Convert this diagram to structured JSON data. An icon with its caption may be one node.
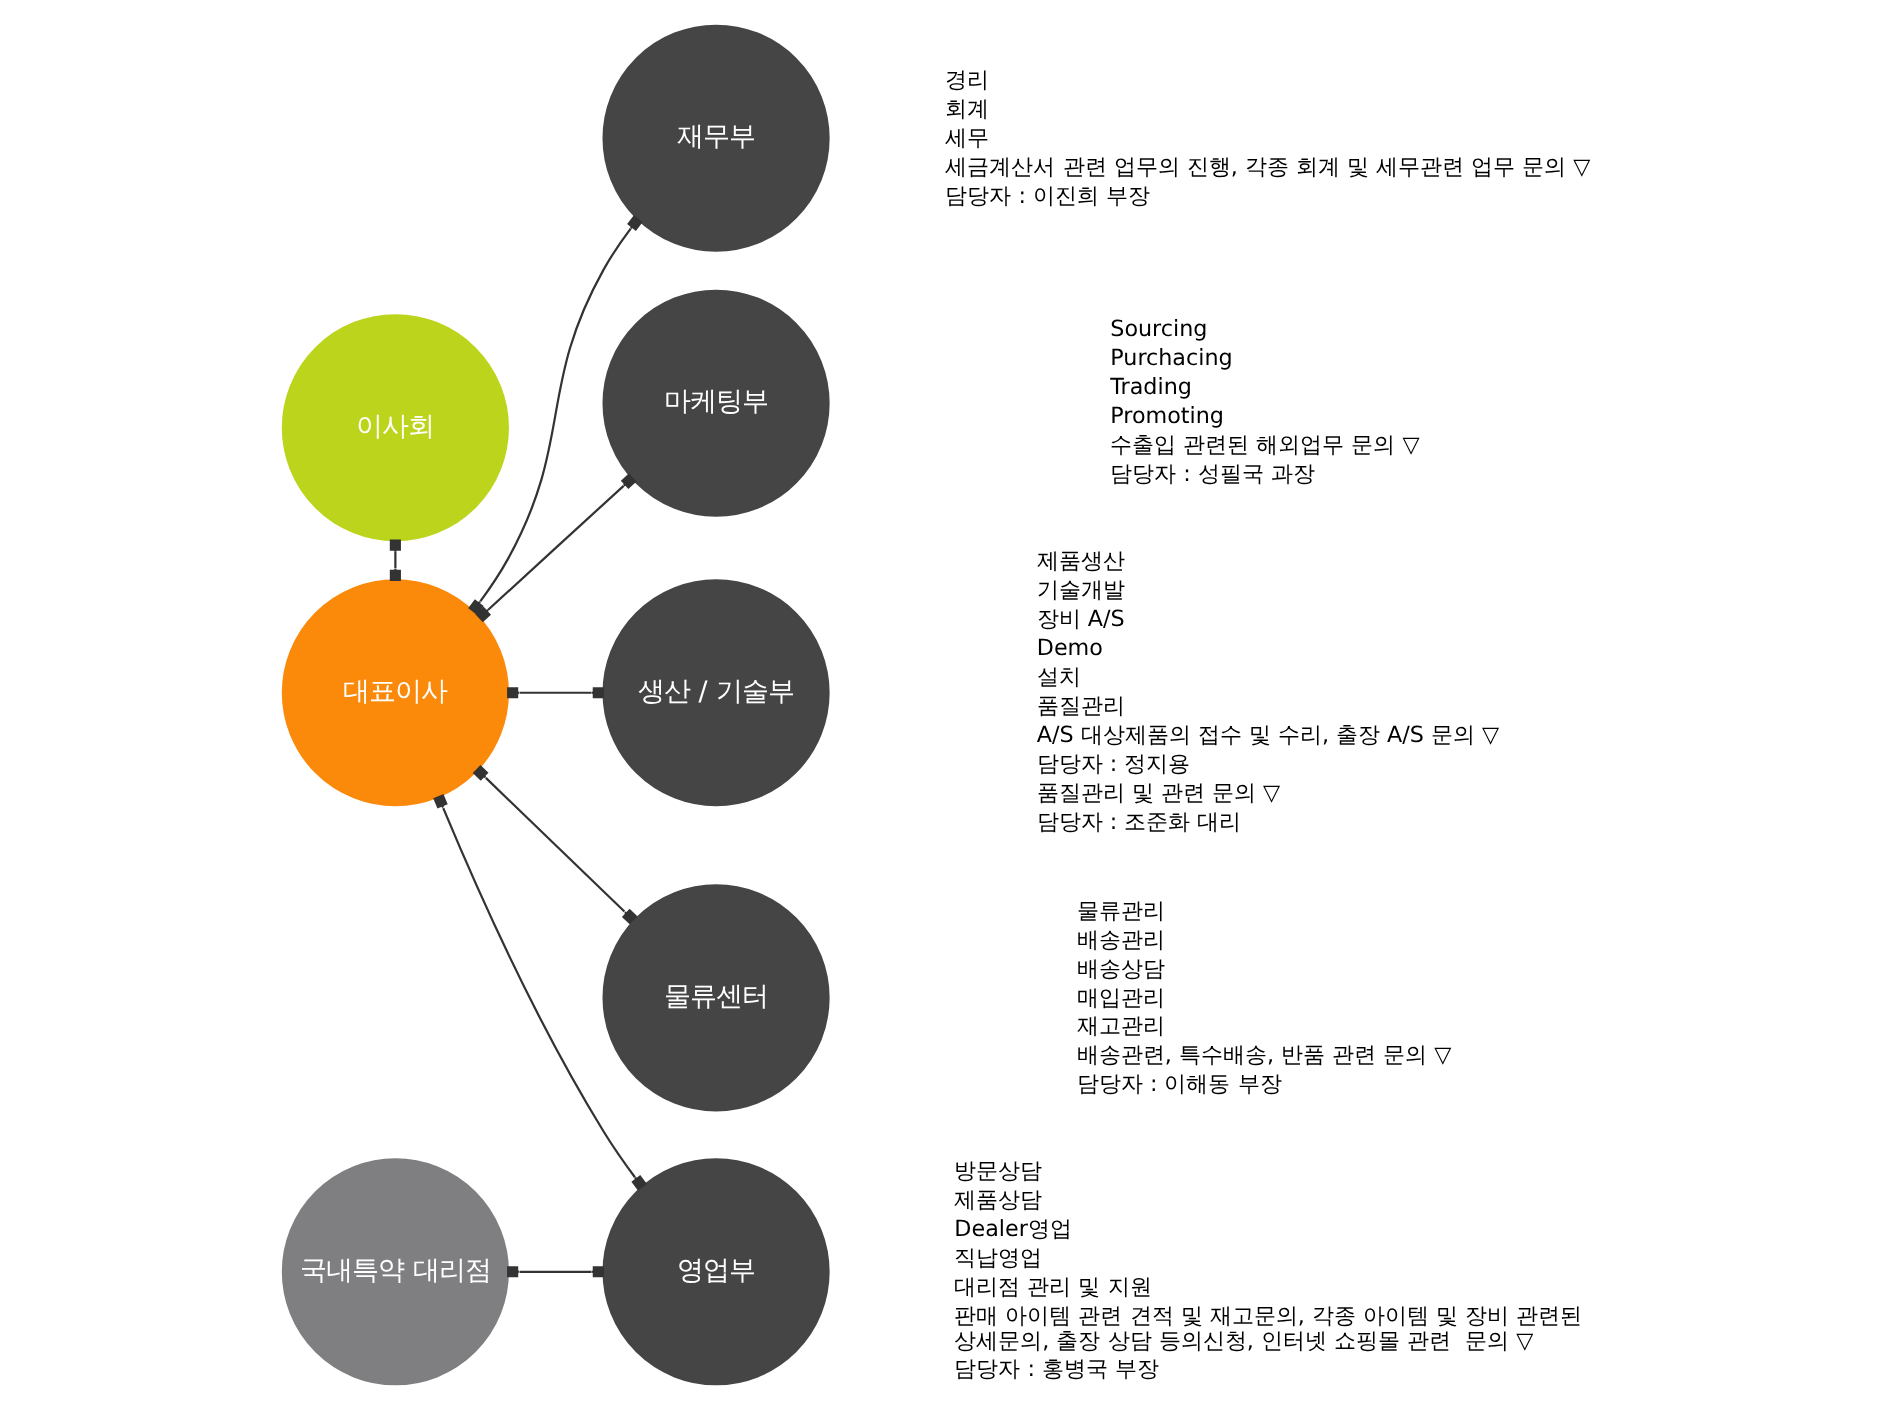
{
  "diagram": {
    "nodes": [
      {
        "text": [
          "이사회"
        ]
      },
      {
        "text": [
          "대표이사"
        ]
      },
      {
        "text": [
          "국내특약 대리점"
        ]
      },
      {
        "text": [
          "재무부"
        ],
        "beside": [
          "경리",
          "회계",
          "세무",
          "세금계산서 관련 업무의 진행, 각종 회계 및 세무관련 업무 문의 ▽",
          "담당자 : 이진희 부장"
        ]
      },
      {
        "text": [
          "마케팅부"
        ],
        "beside": [
          "Sourcing",
          "Purchacing",
          "Trading",
          "Promoting",
          "수출입 관련된 해외업무 문의 ▽",
          "담당자 : 성필국 과장"
        ]
      },
      {
        "text": [
          "생산 / 기술부"
        ],
        "beside": [
          "제품생산",
          "기술개발",
          "장비 A/S",
          "Demo",
          "설치",
          "품질관리",
          "A/S 대상제품의 접수 및 수리, 출장 A/S 문의 ▽",
          "담당자 : 정지용",
          "품질관리 및 관련 문의 ▽",
          "담당자 : 조준화 대리"
        ]
      },
      {
        "text": [
          "물류센터"
        ],
        "beside": [
          "물류관리",
          "배송관리",
          "배송상담",
          "매입관리",
          "재고관리",
          "배송관련, 특수배송, 반품 관련 문의 ▽",
          "담당자 : 이해동 부장"
        ]
      },
      {
        "text": [
          "영업부"
        ],
        "beside": [
          "방문상담",
          "제품상담",
          "Dealer영업",
          "직납영업",
          "대리점 관리 및 지원",
          "판매 아이템 관련 견적 및 재고문의, 각종 아이템 및 장비 관련된 상세문의, 출장 상담 등의신청, 인터넷 쇼핑몰 관련  문의 ▽",
          "담당자 : 홍병국 부장"
        ]
      }
    ],
    "edges": [
      {
        "from": 0,
        "to": 1,
        "arrow": "other"
      },
      {
        "from": 1,
        "to": 3,
        "arrow": "other"
      },
      {
        "from": 1,
        "to": 4,
        "arrow": "other"
      },
      {
        "from": 1,
        "to": 5,
        "arrow": "other"
      },
      {
        "from": 1,
        "to": 6,
        "arrow": "other"
      },
      {
        "from": 1,
        "to": 7,
        "arrow": "other"
      },
      {
        "from": 2,
        "to": 7,
        "arrow": "other"
      }
    ]
  }
}
